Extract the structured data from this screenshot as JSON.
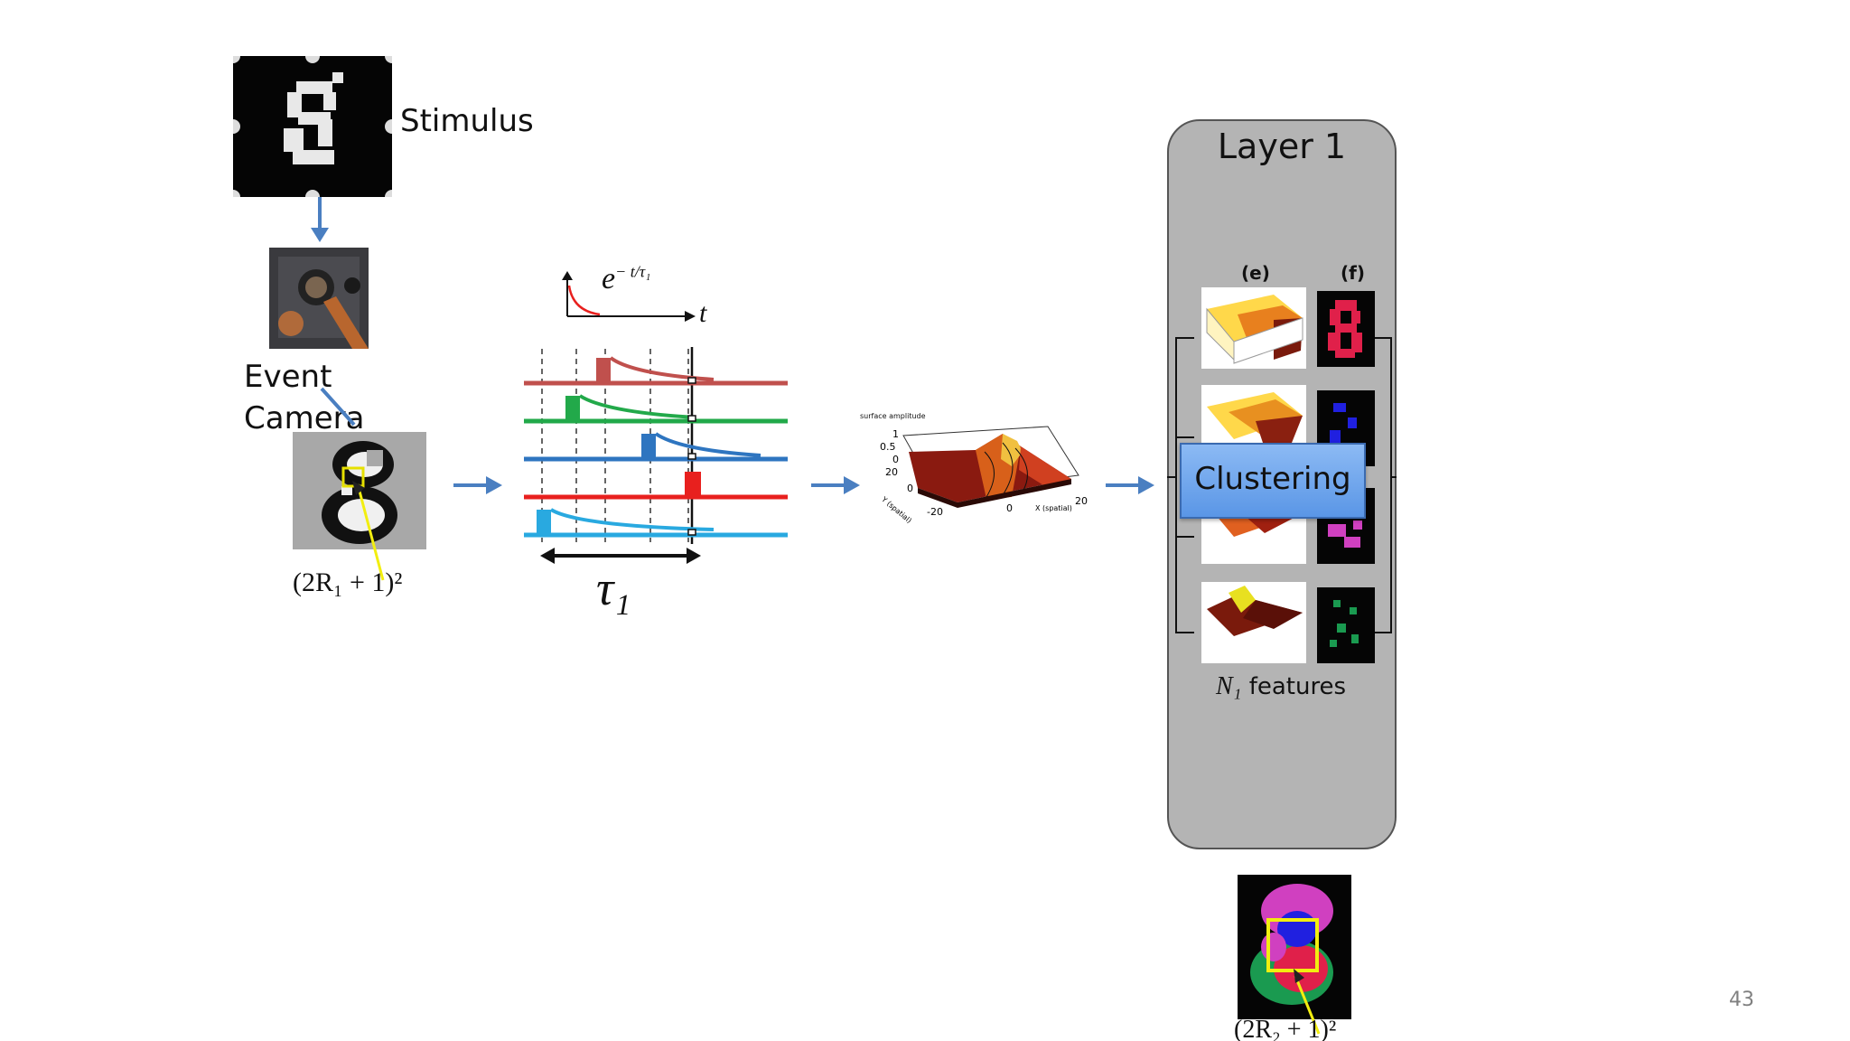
{
  "slide": {
    "stimulus_label": "Stimulus",
    "event_camera_label_line1": "Event",
    "event_camera_label_line2": "Camera",
    "receptive_field_1": "(2R₁ + 1)²",
    "decay_formula_base": "e",
    "decay_formula_exp": "− t/τ₁",
    "time_axis_label": "t",
    "tau_label": "τ₁",
    "surface": {
      "z_axis_label": "surface amplitude",
      "z_ticks": [
        "1",
        "0.5",
        "0"
      ],
      "y_axis_label": "Y (spatial)",
      "y_ticks": [
        "20",
        "0",
        "-20"
      ],
      "x_axis_label": "X (spatial)",
      "x_ticks": [
        "0",
        "20"
      ]
    },
    "layer": {
      "title": "Layer 1",
      "col_e": "(e)",
      "col_f": "(f)",
      "clustering_label": "Clustering",
      "features_var": "N₁",
      "features_text": "features"
    },
    "receptive_field_2": "(2R₂ + 1)²",
    "page_number": "43"
  },
  "colors": {
    "arrow_blue": "#4a7fc1",
    "layer_panel": "#b4b4b4",
    "clustering_box": "#6ea8ee",
    "trace_1": "#c0504d",
    "trace_2": "#22a94a",
    "trace_3": "#2e75c0",
    "trace_4": "#e8201e",
    "trace_5": "#29a9e0"
  }
}
